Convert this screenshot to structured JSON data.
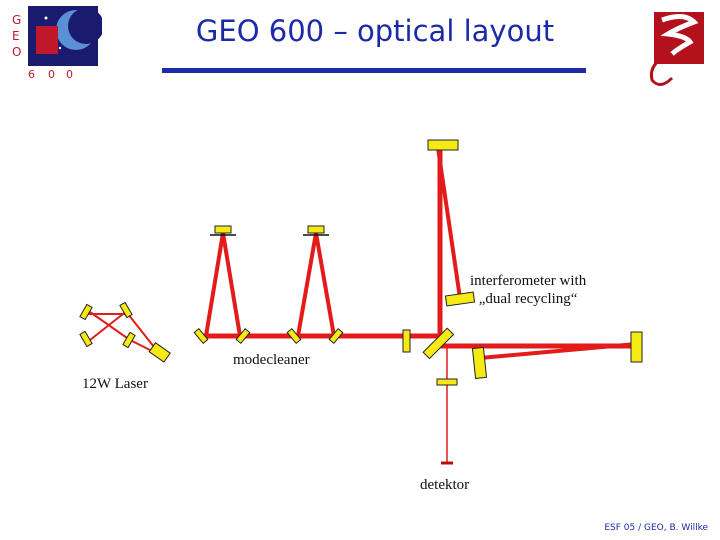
{
  "slide": {
    "title": "GEO 600 – optical layout",
    "footer": "ESF 05 / GEO, B. Willke"
  },
  "logos": {
    "geo_logo_letters": [
      "G",
      "E",
      "O",
      "6",
      "0",
      "0"
    ]
  },
  "labels": {
    "interferometer_line1": "interferometer with",
    "interferometer_line2": "„dual recycling“",
    "modecleaner": "modecleaner",
    "laser": "12W Laser",
    "detector": "detektor"
  },
  "colors": {
    "title_blue": "#1c2aa8",
    "beam_red": "#e41b1b",
    "mirror_yellow": "#f5ea14",
    "logo_red": "#b3121c",
    "logo_navy": "#1a1a6e"
  }
}
